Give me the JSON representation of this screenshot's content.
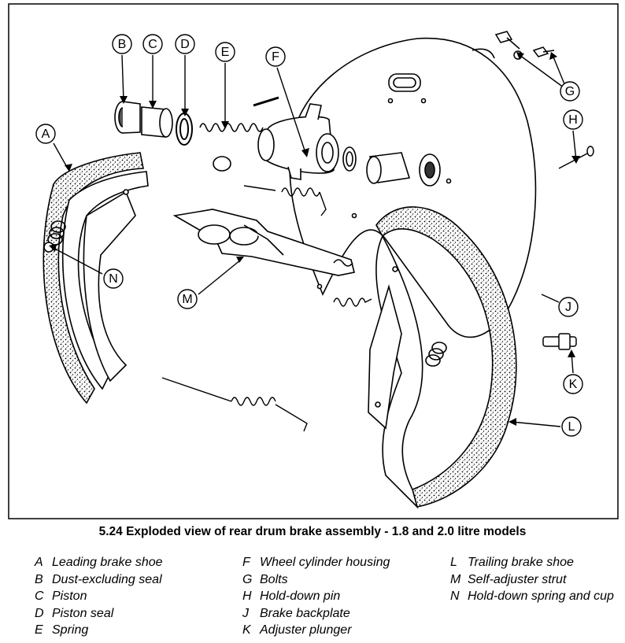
{
  "caption": "5.24 Exploded view of rear drum brake assembly - 1.8 and 2.0 litre models",
  "callouts": [
    "A",
    "B",
    "C",
    "D",
    "E",
    "F",
    "G",
    "H",
    "J",
    "K",
    "L",
    "M",
    "N"
  ],
  "legend": [
    [
      {
        "key": "A",
        "text": "Leading brake shoe"
      },
      {
        "key": "B",
        "text": "Dust-excluding seal"
      },
      {
        "key": "C",
        "text": "Piston"
      },
      {
        "key": "D",
        "text": "Piston seal"
      },
      {
        "key": "E",
        "text": "Spring"
      }
    ],
    [
      {
        "key": "F",
        "text": "Wheel cylinder housing"
      },
      {
        "key": "G",
        "text": "Bolts"
      },
      {
        "key": "H",
        "text": "Hold-down pin"
      },
      {
        "key": "J",
        "text": "Brake backplate"
      },
      {
        "key": "K",
        "text": "Adjuster plunger"
      }
    ],
    [
      {
        "key": "L",
        "text": "Trailing brake shoe"
      },
      {
        "key": "M",
        "text": "Self-adjuster strut"
      },
      {
        "key": "N",
        "text": "Hold-down spring and cup"
      }
    ]
  ]
}
